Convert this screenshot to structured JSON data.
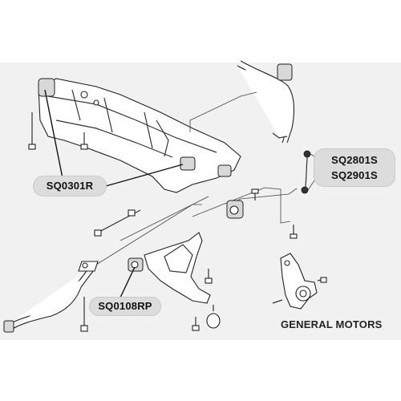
{
  "callouts": {
    "subframe_bushing": "SQ0301R",
    "stabilizer_link_1": "SQ2801S",
    "stabilizer_link_2": "SQ2901S",
    "control_arm_bushing": "SQ0108RP"
  },
  "brand": "GENERAL MOTORS",
  "colors": {
    "panel_background": "#f1f1f1",
    "callout_background": "#dcdcdc",
    "line": "#333333"
  }
}
